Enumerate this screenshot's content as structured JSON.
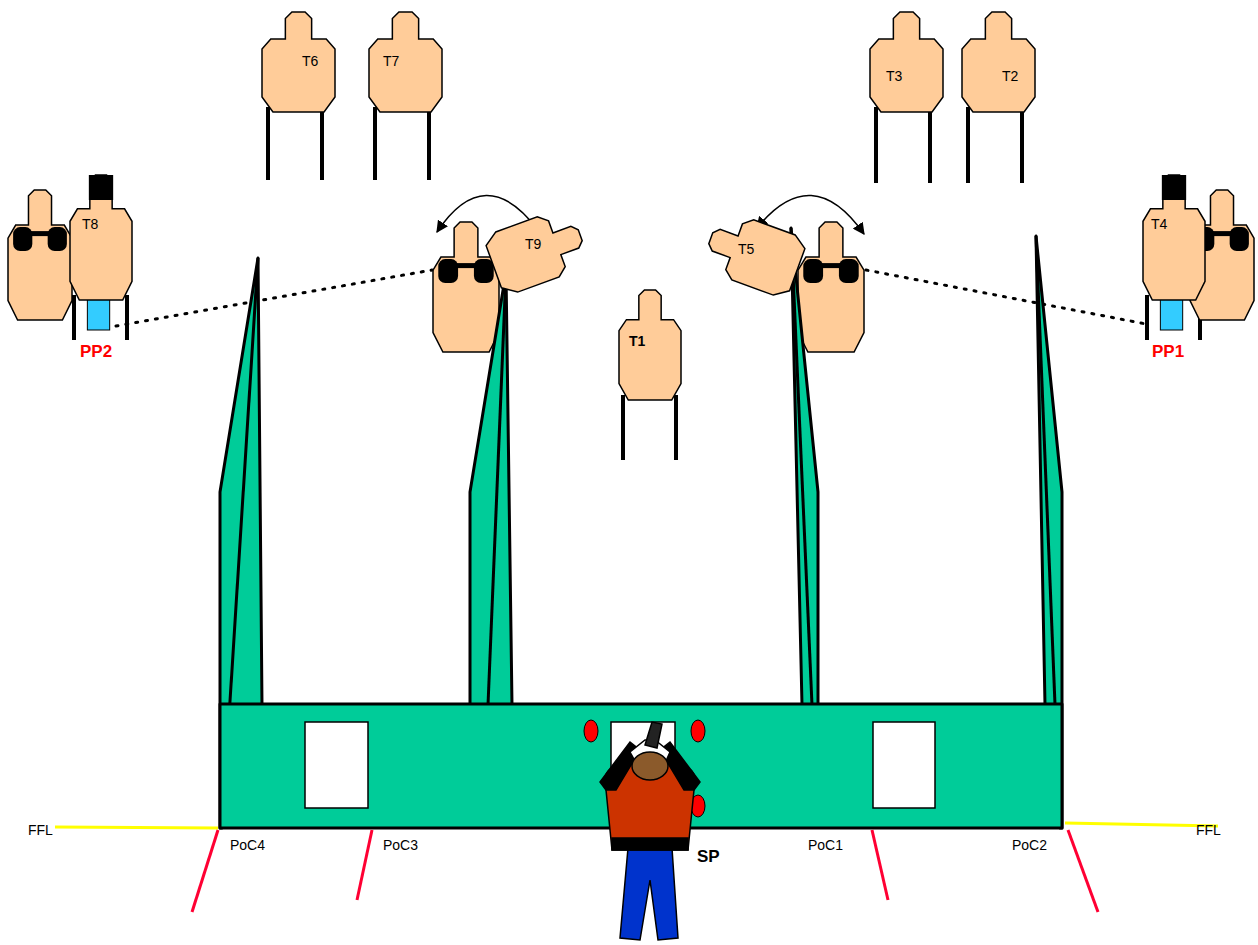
{
  "diagram": {
    "nodes": [
      {
        "text": [
          "T6"
        ]
      },
      {
        "text": [
          "T7"
        ]
      },
      {
        "text": [
          "T3"
        ]
      },
      {
        "text": [
          "T2"
        ]
      },
      {
        "text": [
          "T8"
        ]
      },
      {
        "text": [
          "T9"
        ]
      },
      {
        "text": [
          "T5"
        ]
      },
      {
        "text": [
          "T4"
        ]
      },
      {
        "text": [
          "T1"
        ]
      }
    ],
    "labels": [
      "PP2",
      "PP1",
      "FFL",
      "PoC4",
      "PoC3",
      "SP",
      "PoC1",
      "PoC2",
      "FFL"
    ]
  }
}
